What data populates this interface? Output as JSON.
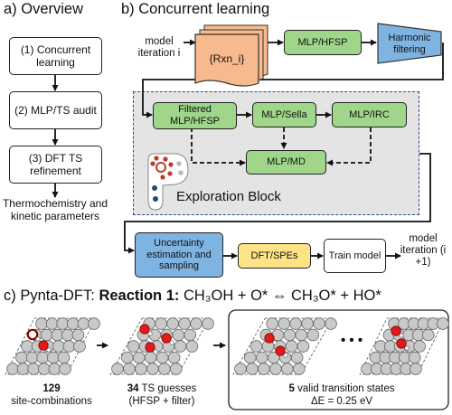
{
  "panel_a": {
    "title": "a) Overview",
    "steps": [
      "(1) Concurrent learning",
      "(2) MLP/TS audit",
      "(3) DFT TS refinement"
    ],
    "result": "Thermochemistry and kinetic parameters"
  },
  "panel_b": {
    "title": "b) Concurrent learning",
    "model_in": "model iteration i",
    "rxn": "{Rxn_i}",
    "mlp_hfsp": "MLP/HFSP",
    "harmonic": "Harmonic filtering",
    "filtered": "Filtered MLP/HFSP",
    "sella": "MLP/Sella",
    "irc": "MLP/IRC",
    "md": "MLP/MD",
    "block_label": "Exploration Block",
    "uncertainty": "Uncertainty estimation and sampling",
    "dft_spe": "DFT/SPEs",
    "train": "Train model",
    "model_out": "model iteration (i +1)"
  },
  "panel_c": {
    "title_prefix": "c) Pynta-DFT: ",
    "reaction_label": "Reaction 1:",
    "reaction_formula": "CH₃OH + O* ⇔ CH₃O* + HO*",
    "count1": "129",
    "caption1": "site-combinations",
    "count2": "34",
    "caption2_rest": " TS guesses",
    "caption2_line2": "(HFSP + filter)",
    "ellipsis": "• • •",
    "count3": "5",
    "caption3_rest": " valid transition states",
    "energy": "ΔE = 0.25 eV"
  },
  "colors": {
    "green": "#9fd68a",
    "blue": "#7fb4e2",
    "yellow": "#ffe387",
    "orange": "#f7b98e",
    "block_bg": "#e4e4e4",
    "block_border": "#2b4c8c"
  }
}
